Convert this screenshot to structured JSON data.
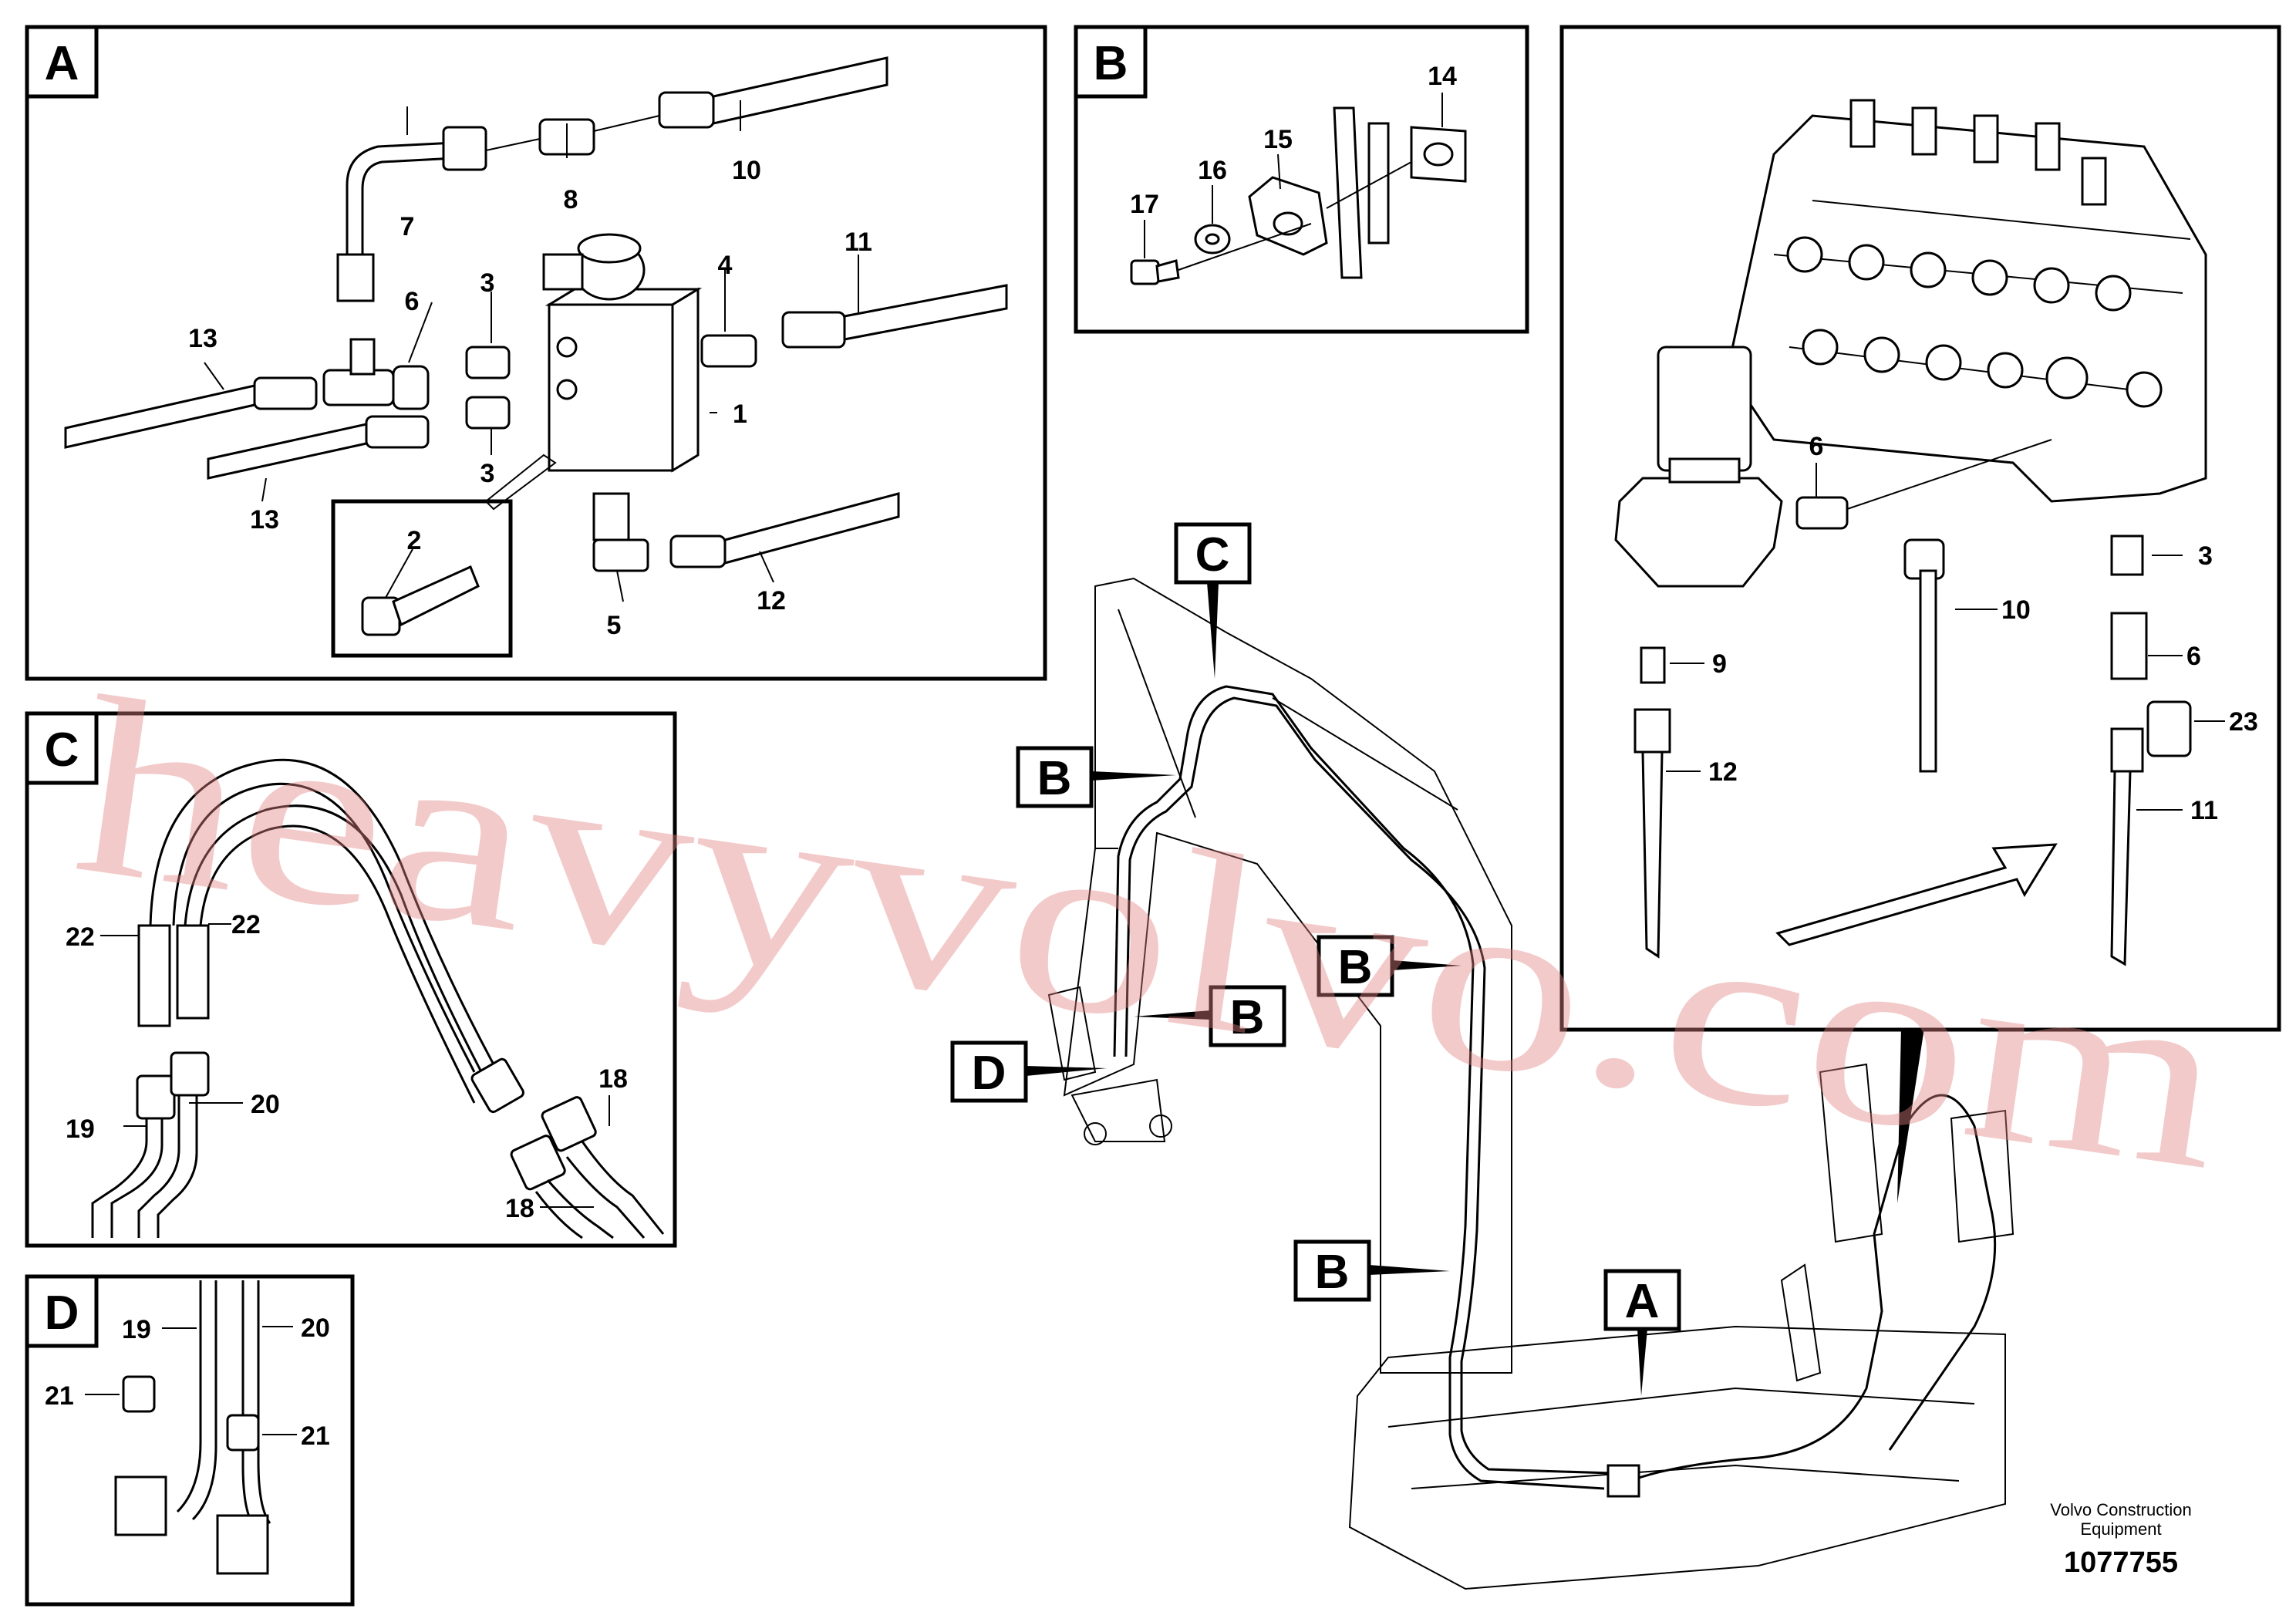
{
  "panels": {
    "A": {
      "label": "A",
      "callouts": [
        "1",
        "2",
        "3",
        "3",
        "4",
        "5",
        "6",
        "7",
        "8",
        "10",
        "11",
        "12",
        "13",
        "13"
      ]
    },
    "B": {
      "label": "B",
      "callouts": [
        "14",
        "15",
        "16",
        "17"
      ]
    },
    "C": {
      "label": "C",
      "callouts": [
        "22",
        "22",
        "19",
        "20",
        "18",
        "18"
      ]
    },
    "D": {
      "label": "D",
      "callouts": [
        "19",
        "20",
        "21",
        "21"
      ]
    },
    "detail": {
      "callouts": [
        "6",
        "3",
        "10",
        "9",
        "6",
        "23",
        "12",
        "11"
      ]
    }
  },
  "machine_labels": [
    "C",
    "B",
    "B",
    "B",
    "D",
    "B",
    "A"
  ],
  "watermark": "heavyvolvo.com",
  "footer": {
    "line1": "Volvo Construction",
    "line2": "Equipment",
    "number": "1077755"
  }
}
